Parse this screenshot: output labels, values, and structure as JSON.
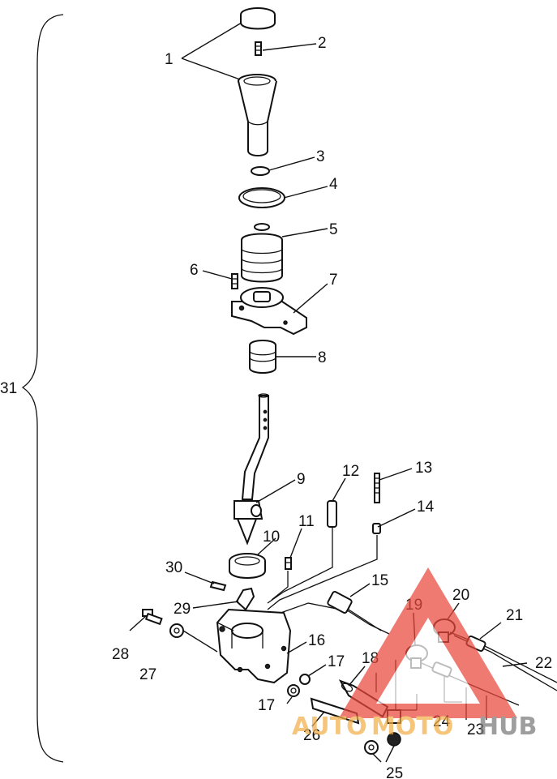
{
  "callouts": {
    "c1": "1",
    "c2": "2",
    "c3": "3",
    "c4": "4",
    "c5": "5",
    "c6": "6",
    "c7": "7",
    "c8": "8",
    "c9": "9",
    "c10": "10",
    "c11": "11",
    "c12": "12",
    "c13": "13",
    "c14": "14",
    "c15": "15",
    "c16": "16",
    "c17a": "17",
    "c17b": "17",
    "c18": "18",
    "c19": "19",
    "c20": "20",
    "c21": "21",
    "c22": "22",
    "c23": "23",
    "c24": "24",
    "c25": "25",
    "c26": "26",
    "c27": "27",
    "c28": "28",
    "c29": "29",
    "c30": "30",
    "c31": "31"
  },
  "watermark": {
    "word_left": "AUTO",
    "word_mid": "MOTO",
    "word_right": "HUB",
    "color_red": "#e8473b",
    "color_orange": "#f3b04a",
    "color_gray": "#7a7a7a"
  }
}
